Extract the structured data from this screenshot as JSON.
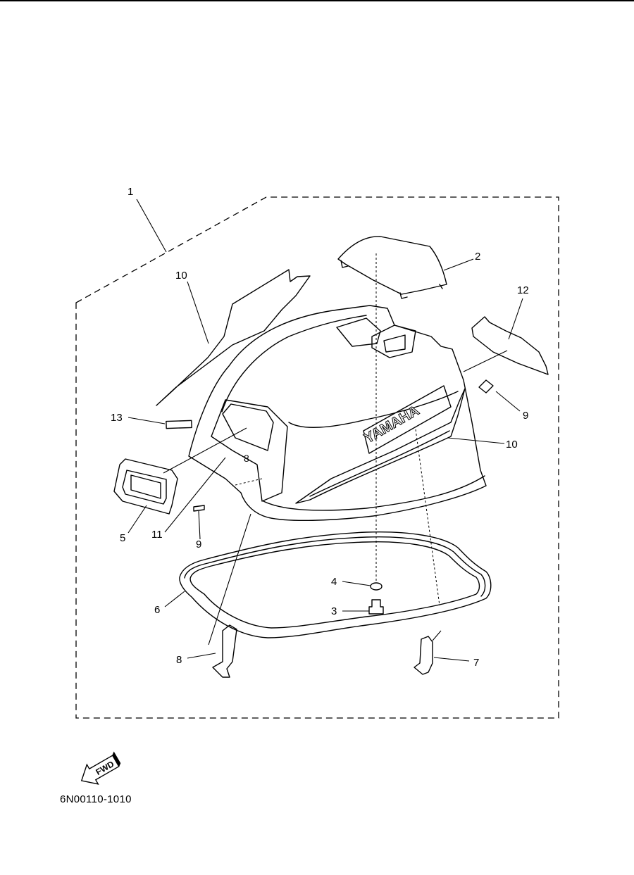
{
  "diagram": {
    "callouts": [
      {
        "id": "c1",
        "text": "1"
      },
      {
        "id": "c2",
        "text": "2"
      },
      {
        "id": "c3",
        "text": "3"
      },
      {
        "id": "c4",
        "text": "4"
      },
      {
        "id": "c5",
        "text": "5"
      },
      {
        "id": "c6",
        "text": "6"
      },
      {
        "id": "c7",
        "text": "7"
      },
      {
        "id": "c8",
        "text": "8"
      },
      {
        "id": "c9a",
        "text": "9"
      },
      {
        "id": "c9b",
        "text": "9"
      },
      {
        "id": "c10a",
        "text": "10"
      },
      {
        "id": "c10b",
        "text": "10"
      },
      {
        "id": "c11",
        "text": "11"
      },
      {
        "id": "c12",
        "text": "12"
      },
      {
        "id": "c13",
        "text": "13"
      }
    ],
    "brand_text": "YAMAHA",
    "model_badge": "8",
    "fwd_label": "FWD",
    "figure_code": "6N00110-1010"
  }
}
